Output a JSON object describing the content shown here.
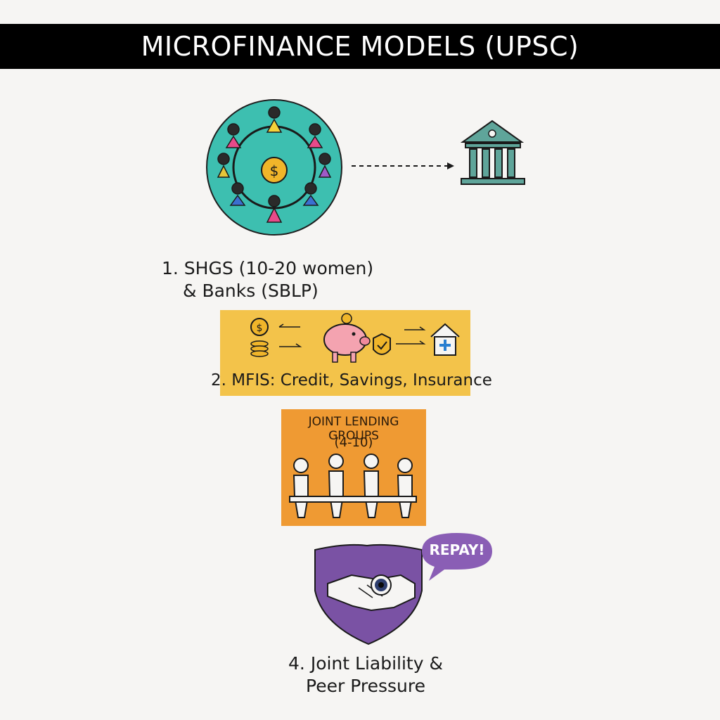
{
  "header": {
    "title": "MICROFINANCE MODELS (UPSC)"
  },
  "model1": {
    "line1": "1. SHGS (10-20 women)",
    "line2": "& Banks (SBLP)",
    "icon_circle": "women-circle-icon",
    "icon_bank": "bank-icon"
  },
  "model2": {
    "label": "2. MFIS: Credit, Savings, Insurance",
    "icons": [
      "dollar-coin-icon",
      "coin-stack-icon",
      "piggy-bank-icon",
      "shield-check-icon",
      "home-health-icon"
    ]
  },
  "model3": {
    "title": "JOINT LENDING GROUPS",
    "subtitle": "(4-10)",
    "icon": "people-holding-bar-icon"
  },
  "model4": {
    "line1": "4. Joint Liability &",
    "line2": "Peer Pressure",
    "bubble": "REPAY!",
    "icon": "handshake-shield-icon"
  },
  "colors": {
    "teal": "#3dbfb0",
    "yellow": "#f3c34a",
    "orange": "#ef9a33",
    "purple": "#7a52a4",
    "bank": "#5fa59a"
  }
}
